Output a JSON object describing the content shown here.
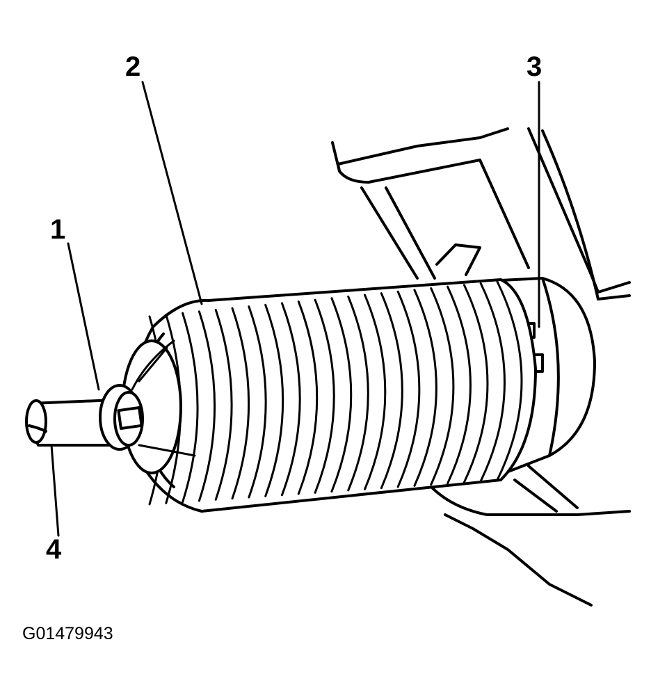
{
  "callouts": {
    "c1": "1",
    "c2": "2",
    "c3": "3",
    "c4": "4"
  },
  "figure_id": "G01479943",
  "colors": {
    "ink": "#000000",
    "paper": "#ffffff"
  }
}
